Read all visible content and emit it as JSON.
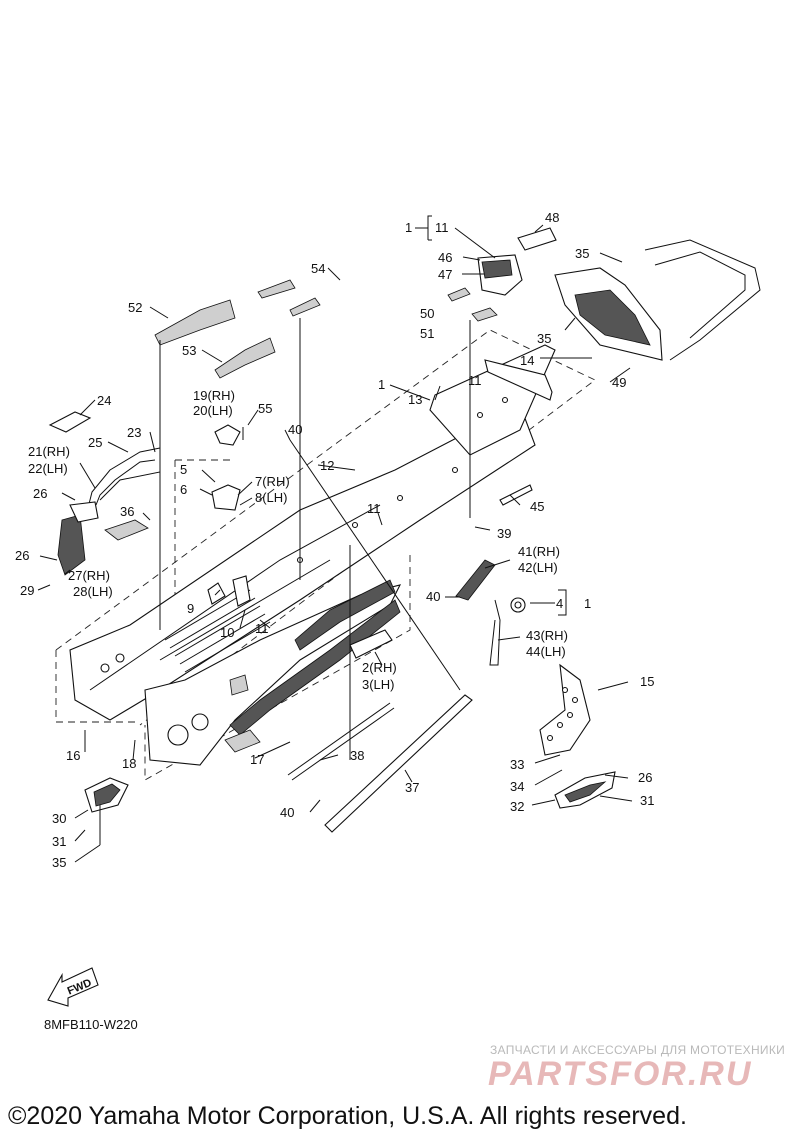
{
  "diagram": {
    "code": "8MFB110-W220",
    "fwd_label": "FWD",
    "copyright": "©2020 Yamaha Motor Corporation, U.S.A. All rights reserved.",
    "watermark_tagline": "ЗАПЧАСТИ И АКСЕССУАРЫ ДЛЯ МОТОТЕХНИКИ",
    "watermark_brand": "PARTSFOR.RU",
    "callouts": {
      "c1a": "1",
      "c11a": "11",
      "c48": "48",
      "c46": "46",
      "c47": "47",
      "c35a": "35",
      "c54": "54",
      "c52": "52",
      "c50": "50",
      "c51": "51",
      "c35b": "35",
      "c53": "53",
      "c14": "14",
      "c49": "49",
      "c1b": "1",
      "c13": "13",
      "c11b": "11",
      "c19": "19(RH)",
      "c20": "20(LH)",
      "c55": "55",
      "c24": "24",
      "c40a": "40",
      "c23": "23",
      "c25": "25",
      "c21": "21(RH)",
      "c22": "22(LH)",
      "c12": "12",
      "c5": "5",
      "c7": "7(RH)",
      "c6": "6",
      "c8": "8(LH)",
      "c26a": "26",
      "c36": "36",
      "c45": "45",
      "c11c": "11",
      "c39": "39",
      "c26b": "26",
      "c27": "27(RH)",
      "c29": "29",
      "c28": "28(LH)",
      "c41": "41(RH)",
      "c42": "42(LH)",
      "c40b": "40",
      "c4": "4",
      "c1c": "1",
      "c9": "9",
      "c10": "10",
      "c11d": "11",
      "c43": "43(RH)",
      "c44": "44(LH)",
      "c2": "2(RH)",
      "c3": "3(LH)",
      "c15": "15",
      "c16": "16",
      "c18": "18",
      "c17": "17",
      "c38": "38",
      "c33": "33",
      "c34": "34",
      "c26c": "26",
      "c32": "32",
      "c31a": "31",
      "c30": "30",
      "c37": "37",
      "c31b": "31",
      "c40c": "40",
      "c35c": "35"
    }
  }
}
